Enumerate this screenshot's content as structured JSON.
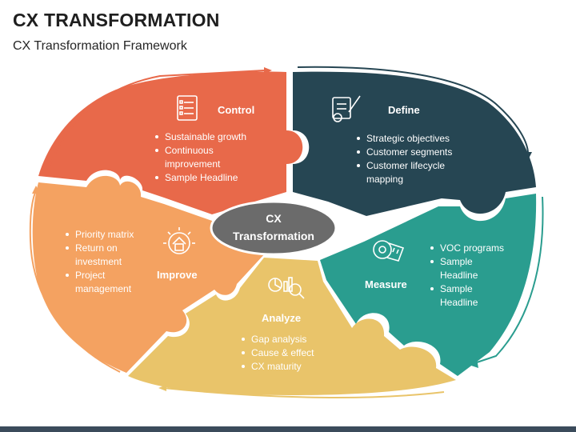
{
  "page": {
    "title": "CX TRANSFORMATION",
    "subtitle": "CX Transformation Framework"
  },
  "center": {
    "line1": "CX",
    "line2": "Transformation"
  },
  "segments": [
    {
      "id": "control",
      "heading": "Control",
      "color": "#e8694a",
      "bullets": [
        "Sustainable growth",
        "Continuous",
        "improvement",
        "Sample Headline"
      ],
      "bullet_marks": [
        true,
        true,
        false,
        true
      ]
    },
    {
      "id": "define",
      "heading": "Define",
      "color": "#264653",
      "bullets": [
        "Strategic objectives",
        "Customer segments",
        "Customer lifecycle",
        "mapping"
      ],
      "bullet_marks": [
        true,
        true,
        true,
        false
      ]
    },
    {
      "id": "measure",
      "heading": "Measure",
      "color": "#2a9d8f",
      "bullets": [
        "VOC programs",
        "Sample",
        "Headline",
        "Sample",
        "Headline"
      ],
      "bullet_marks": [
        true,
        true,
        false,
        true,
        false
      ]
    },
    {
      "id": "analyze",
      "heading": "Analyze",
      "color": "#e9c46a",
      "bullets": [
        "Gap analysis",
        "Cause & effect",
        "CX maturity"
      ],
      "bullet_marks": [
        true,
        true,
        true
      ]
    },
    {
      "id": "improve",
      "heading": "Improve",
      "color": "#f4a261",
      "bullets": [
        "Priority matrix",
        "Return on",
        "investment",
        "Project",
        "management"
      ],
      "bullet_marks": [
        true,
        true,
        false,
        true,
        false
      ]
    }
  ],
  "colors": {
    "center_fill": "#6b6b6b",
    "bottom_bar": "#3b4b5b"
  },
  "icons": {
    "control": "checklist-icon",
    "define": "document-pen-icon",
    "measure": "measuring-tape-icon",
    "analyze": "chart-magnifier-icon",
    "improve": "house-sun-icon"
  }
}
